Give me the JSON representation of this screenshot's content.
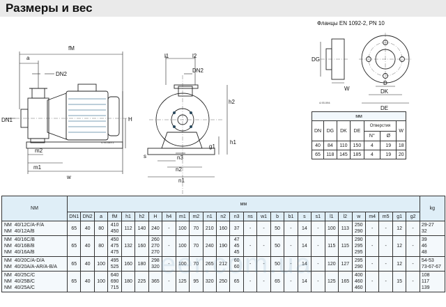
{
  "title": "Размеры и вес",
  "flange_caption": "Фланцы EN 1092-2, PN 10",
  "drawing_codes": [
    "4.93.083.1",
    "4.93.094"
  ],
  "side_view_labels": [
    "fM",
    "a",
    "DN2",
    "DN1",
    "H",
    "m2",
    "m1",
    "w"
  ],
  "front_view_labels": [
    "l1",
    "l2",
    "DN2",
    "h2",
    "g1",
    "h1",
    "s",
    "n3",
    "n2",
    "n1"
  ],
  "flange_labels": [
    "DG",
    "W",
    "D",
    "DK",
    "DE"
  ],
  "small_table": {
    "unit": "мм",
    "headers": [
      "DN",
      "DG",
      "DK",
      "DE",
      "Отверстия",
      "W"
    ],
    "sub_headers": [
      "N°",
      "Ø"
    ],
    "rows": [
      [
        "40",
        "84",
        "110",
        "150",
        "4",
        "19",
        "18"
      ],
      [
        "65",
        "118",
        "145",
        "185",
        "4",
        "19",
        "20"
      ]
    ]
  },
  "main_table": {
    "nm_header": "NM",
    "unit": "мм",
    "kg_header": "kg",
    "columns": [
      "DN1",
      "DN2",
      "a",
      "fM",
      "h1",
      "h2",
      "H",
      "h4",
      "m1",
      "m2",
      "n1",
      "n2",
      "n3",
      "ns",
      "w1",
      "b",
      "b1",
      "s",
      "s1",
      "l1",
      "l2",
      "w",
      "m4",
      "m5",
      "g1",
      "g2"
    ],
    "rows": [
      {
        "nm": [
          "NM  40/12C/A-F/A",
          "NM  40/12A/B"
        ],
        "vals": [
          "65",
          "40",
          "80",
          "410\n450",
          "112",
          "140",
          "240",
          "-",
          "100",
          "70",
          "210",
          "160",
          "37",
          "-",
          "-",
          "50",
          "-",
          "14",
          "-",
          "100",
          "113",
          "250\n290",
          "-",
          "-",
          "12",
          "-"
        ],
        "kg": "29-27\n32"
      },
      {
        "nm": [
          "NM  40/16C/B",
          "NM  40/16B/B",
          "NM  40/16A/B"
        ],
        "vals": [
          "65",
          "40",
          "80",
          "450\n475\n475",
          "132",
          "160",
          "260\n270\n270",
          "-",
          "100",
          "70",
          "240",
          "190",
          "47\n45\n45",
          "-",
          "-",
          "50",
          "-",
          "14",
          "-",
          "115",
          "115",
          "290\n295\n295",
          "-",
          "-",
          "12",
          "-"
        ],
        "kg": "39\n46\n48"
      },
      {
        "nm": [
          "NM  40/20C/A-D/A",
          "NM  40/20A/A-AR/A-B/A"
        ],
        "vals": [
          "65",
          "40",
          "100",
          "495\n525",
          "160",
          "180",
          "298\n320",
          "-",
          "100",
          "70",
          "265",
          "212",
          "60\n60",
          "-",
          "-",
          "50",
          "-",
          "14",
          "-",
          "120",
          "127",
          "295\n290",
          "-",
          "-",
          "12",
          "-"
        ],
        "kg": "54-53\n73-67-67"
      },
      {
        "nm": [
          "NM  40/25C/C",
          "NM  40/25B/C",
          "NM  40/25A/C"
        ],
        "vals": [
          "65",
          "40",
          "100",
          "640\n690\n715",
          "180",
          "225",
          "365",
          "-",
          "125",
          "95",
          "320",
          "250",
          "65",
          "-",
          "-",
          "65",
          "-",
          "14",
          "-",
          "125",
          "165",
          "400\n460\n460",
          "-",
          "-",
          "15",
          "-"
        ],
        "kg": "108\n117\n139"
      }
    ]
  },
  "watermark": "eer.com.ua",
  "colors": {
    "pump_body": "#9fc6dc",
    "pump_motor": "#87b8d3",
    "table_header": "#dfeef7",
    "title_bar": "#eaeaea"
  }
}
